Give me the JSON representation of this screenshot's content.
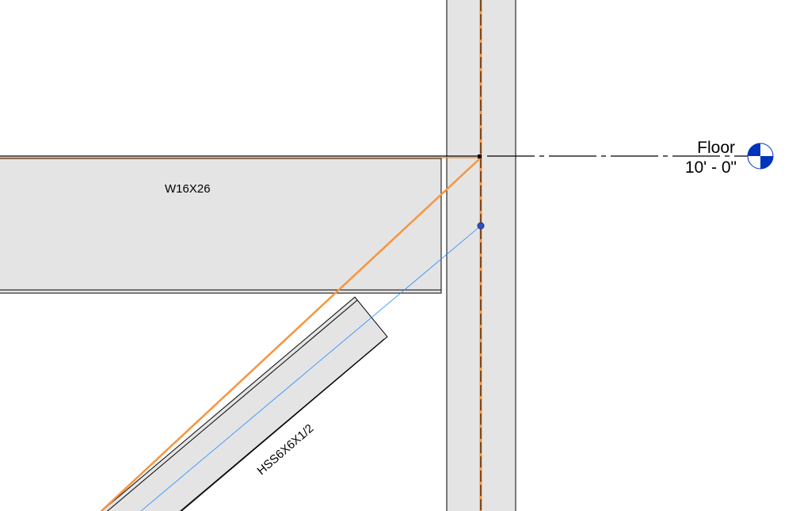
{
  "beam": {
    "tag": "W16X26"
  },
  "brace": {
    "tag": "HSS6X6X1/2"
  },
  "level": {
    "name": "Floor",
    "elevation": "10' - 0\""
  },
  "colors": {
    "member_fill": "#e4e4e4",
    "analytical_orange": "#f7953f",
    "analytical_blue": "#1e88ff",
    "level_head": "#0033bb"
  }
}
